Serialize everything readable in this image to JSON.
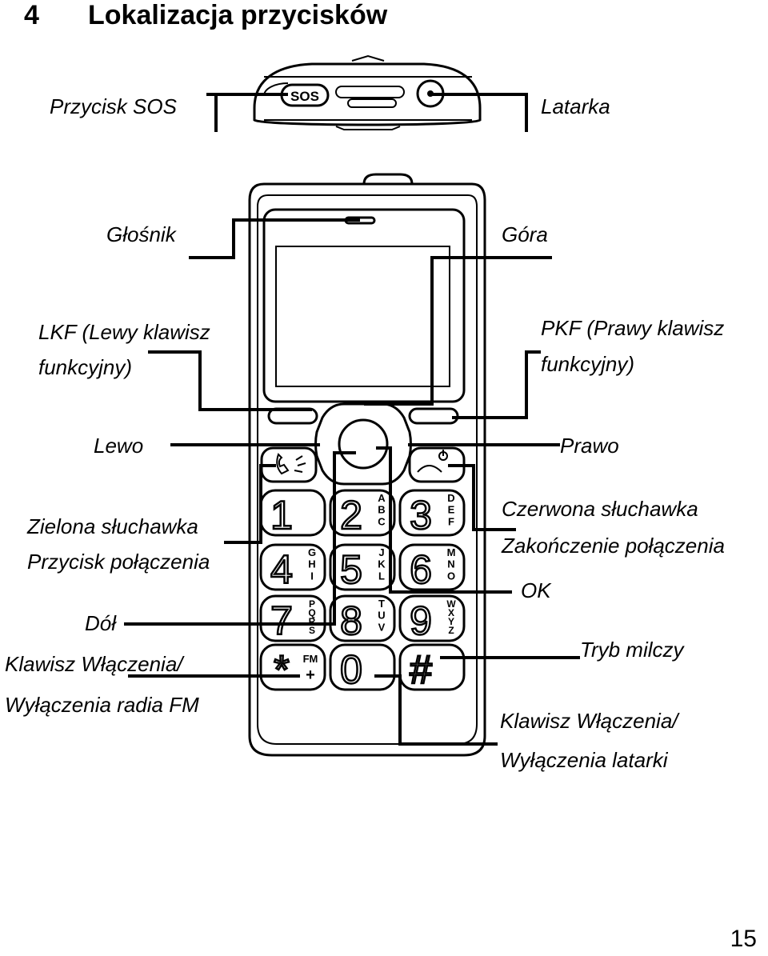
{
  "heading": {
    "number": "4",
    "title": "Lokalizacja przycisków"
  },
  "labels": {
    "sos": "Przycisk SOS",
    "torch": "Latarka",
    "speaker": "Głośnik",
    "up": "Góra",
    "lkf_line1": "LKF (Lewy klawisz",
    "lkf_line2": "funkcyjny)",
    "pkf_line1": "PKF (Prawy klawisz",
    "pkf_line2": "funkcyjny)",
    "left": "Lewo",
    "right": "Prawo",
    "green_line1": "Zielona słuchawka",
    "green_line2": "Przycisk połączenia",
    "red_line1": "Czerwona słuchawka",
    "red_line2": "Zakończenie połączenia",
    "ok": "OK",
    "down": "Dół",
    "silent": "Tryb milczy",
    "fm_line1": "Klawisz Włączenia/",
    "fm_line2": "Wyłączenia radia FM",
    "torch_key_line1": "Klawisz Włączenia/",
    "torch_key_line2": "Wyłączenia latarki"
  },
  "device": {
    "sos_button_text": "SOS",
    "keys": [
      {
        "digit": "1",
        "letters": ""
      },
      {
        "digit": "2",
        "letters": "ABC"
      },
      {
        "digit": "3",
        "letters": "DEF"
      },
      {
        "digit": "4",
        "letters": "GHI"
      },
      {
        "digit": "5",
        "letters": "JKL"
      },
      {
        "digit": "6",
        "letters": "MNO"
      },
      {
        "digit": "7",
        "letters": "PQRS"
      },
      {
        "digit": "8",
        "letters": "TUV"
      },
      {
        "digit": "9",
        "letters": "WXYZ"
      },
      {
        "digit": "*",
        "letters": "FM"
      },
      {
        "digit": "0",
        "letters": ""
      },
      {
        "digit": "#",
        "letters": ""
      }
    ]
  },
  "page_number": "15"
}
